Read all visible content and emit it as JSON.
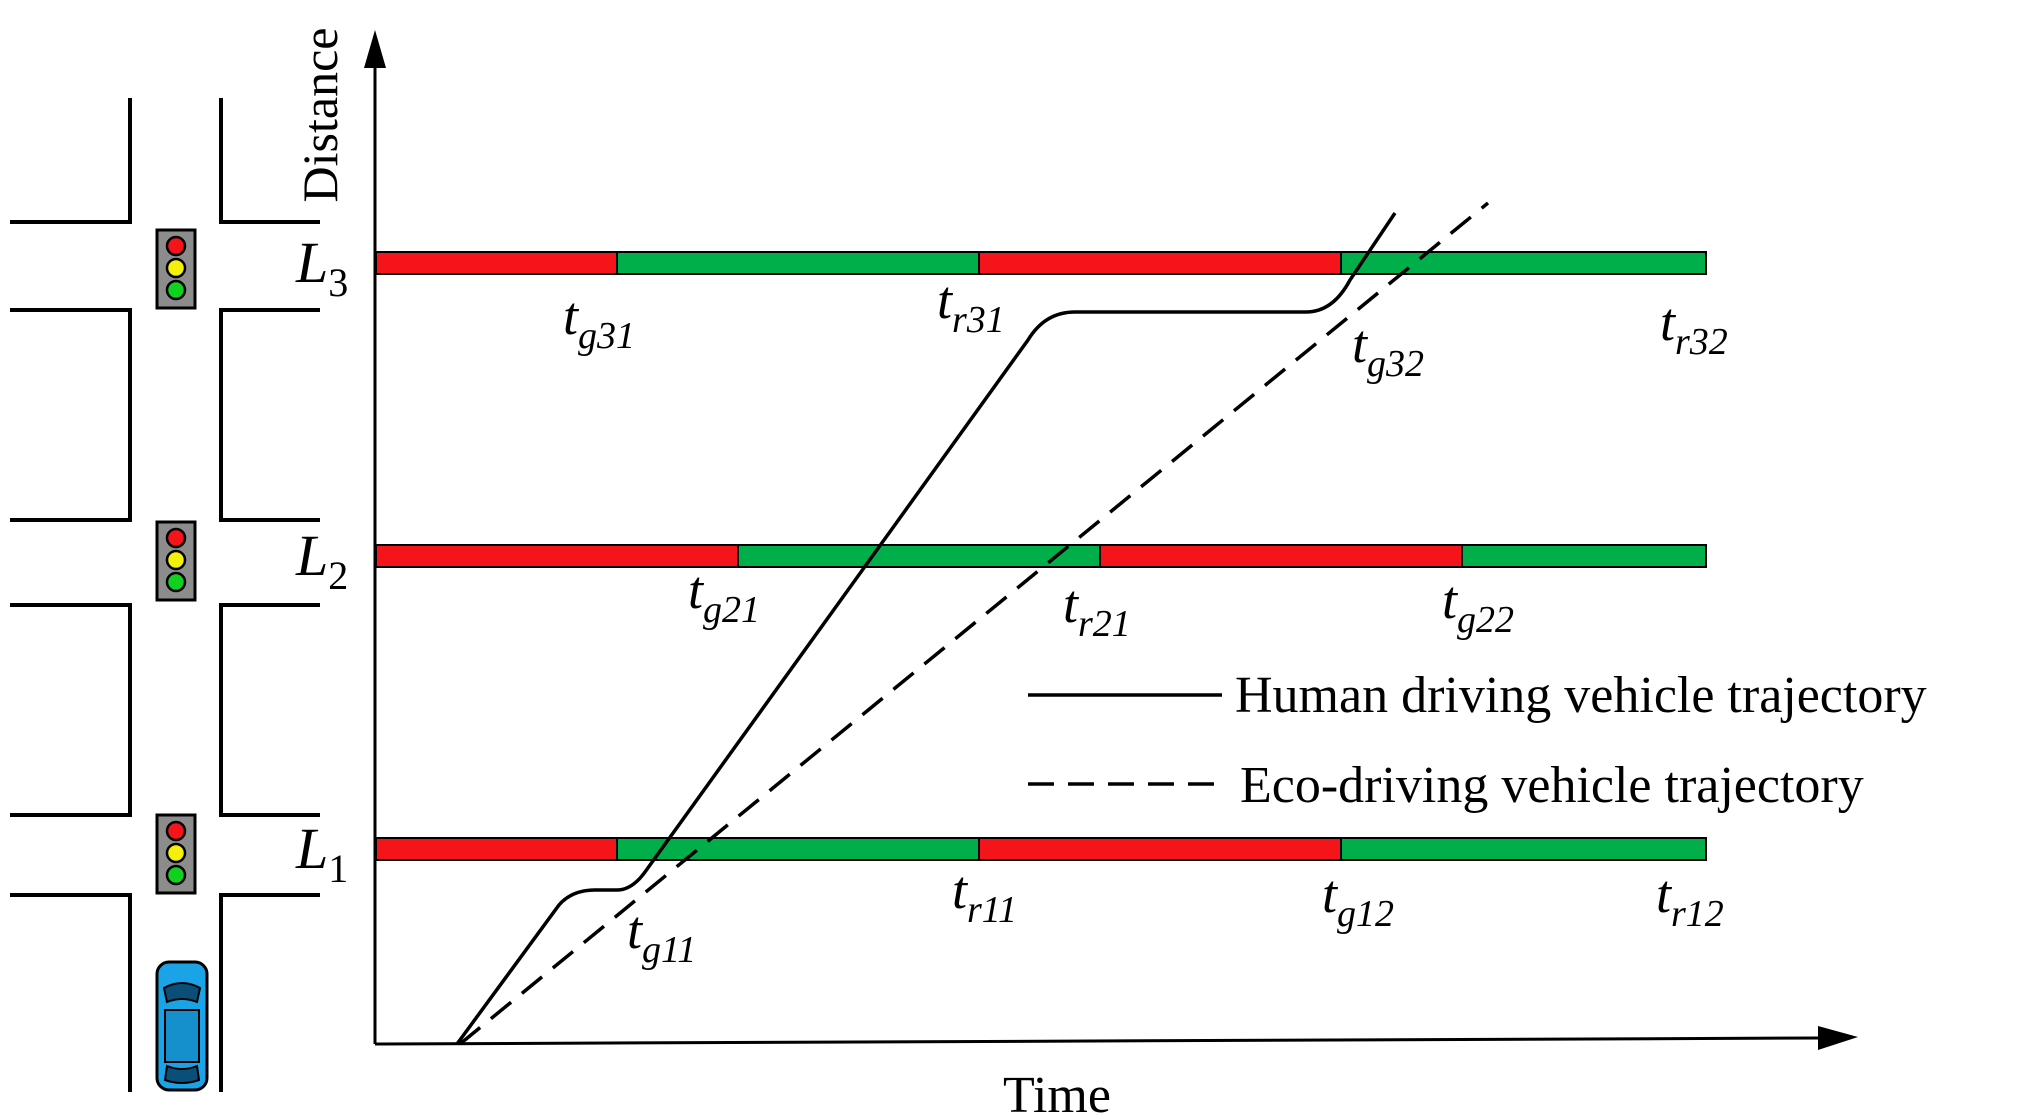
{
  "axes": {
    "x_label": "Time",
    "y_label": "Distance"
  },
  "colors": {
    "red_phase": "#f5141a",
    "green_phase": "#00ae4a",
    "car": "#1aa3e6",
    "light_housing": "#8c8c8c"
  },
  "icons": [
    "traffic-light-icon",
    "car-icon"
  ],
  "intersections": [
    {
      "name_base": "L",
      "name_sub": "3",
      "phases": [
        "red",
        "green",
        "red",
        "green"
      ],
      "times": [
        {
          "t": "t",
          "sub": "g31"
        },
        {
          "t": "t",
          "sub": "r31"
        },
        {
          "t": "t",
          "sub": "g32"
        },
        {
          "t": "t",
          "sub": "r32"
        }
      ]
    },
    {
      "name_base": "L",
      "name_sub": "2",
      "phases": [
        "red",
        "green",
        "red",
        "green"
      ],
      "times": [
        {
          "t": "t",
          "sub": "g21"
        },
        {
          "t": "t",
          "sub": "r21"
        },
        {
          "t": "t",
          "sub": "g22"
        }
      ]
    },
    {
      "name_base": "L",
      "name_sub": "1",
      "phases": [
        "red",
        "green",
        "red",
        "green"
      ],
      "times": [
        {
          "t": "t",
          "sub": "g11"
        },
        {
          "t": "t",
          "sub": "r11"
        },
        {
          "t": "t",
          "sub": "g12"
        },
        {
          "t": "t",
          "sub": "r12"
        }
      ]
    }
  ],
  "legend": {
    "human": "Human driving vehicle trajectory",
    "eco": "Eco-driving vehicle trajectory"
  }
}
